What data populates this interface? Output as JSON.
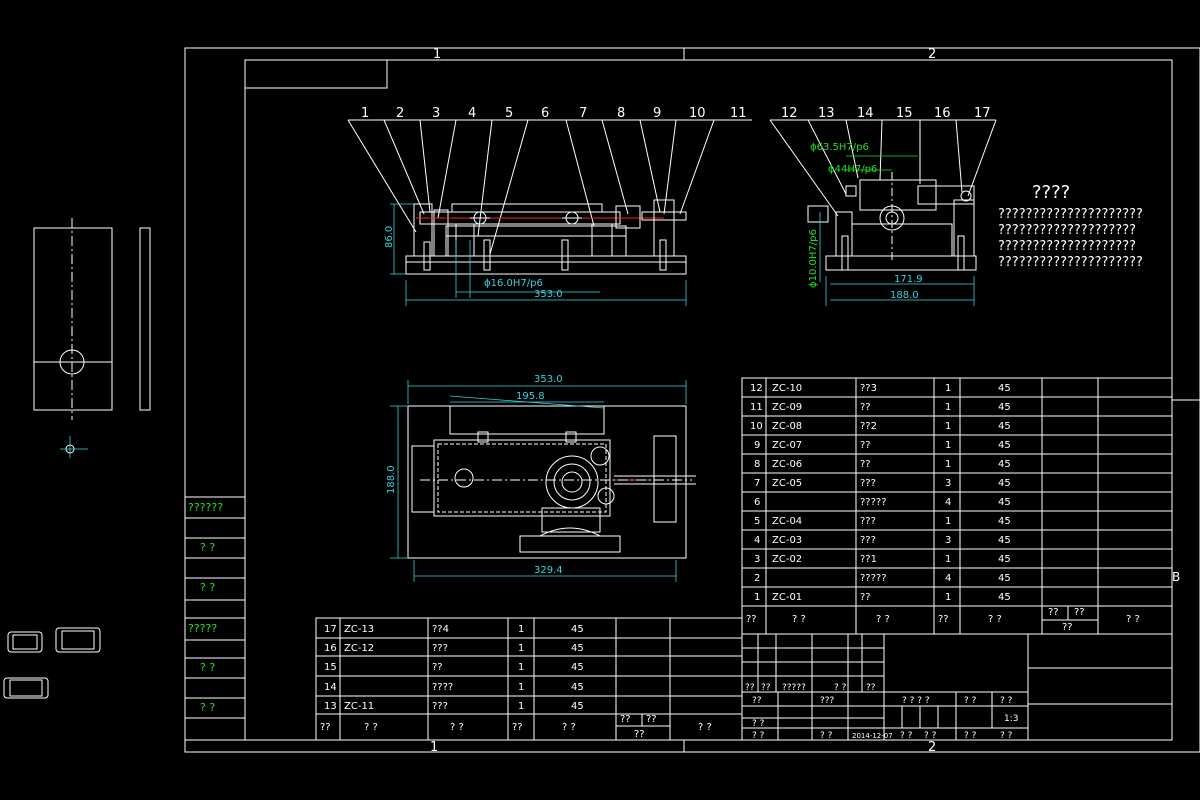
{
  "zone_labels": {
    "top": [
      "1",
      "2"
    ],
    "bottom": [
      "1",
      "2"
    ],
    "right": "B"
  },
  "balloons": [
    "1",
    "2",
    "3",
    "4",
    "5",
    "6",
    "7",
    "8",
    "9",
    "10",
    "11",
    "12",
    "13",
    "14",
    "15",
    "16",
    "17"
  ],
  "dimensions": {
    "front_height": "86.0",
    "front_fit": "ϕ16.0H7/p6",
    "front_length": "353.0",
    "side_fit_1": "ϕ63.5H7/p6",
    "side_fit_2": "ϕ44H7/p6",
    "side_fit_3": "ϕ10.0H7/p6",
    "side_width_1": "171.9",
    "side_width_2": "188.0",
    "top_length": "353.0",
    "top_inner": "195.8",
    "top_height": "188.0",
    "top_bottom": "329.4"
  },
  "tech_notes": {
    "title": "????",
    "lines": [
      "?????????????????????",
      "????????????????????",
      "????????????????????",
      "?????????????????????"
    ]
  },
  "left_panel": [
    "??????",
    "? ?",
    "? ?",
    "?????",
    "? ?",
    "? ?"
  ],
  "bom_right": {
    "rows": [
      {
        "no": "12",
        "code": "ZC-10",
        "name": "??3",
        "qty": "1",
        "mat": "45"
      },
      {
        "no": "11",
        "code": "ZC-09",
        "name": "??",
        "qty": "1",
        "mat": "45"
      },
      {
        "no": "10",
        "code": "ZC-08",
        "name": "??2",
        "qty": "1",
        "mat": "45"
      },
      {
        "no": "9",
        "code": "ZC-07",
        "name": "??",
        "qty": "1",
        "mat": "45"
      },
      {
        "no": "8",
        "code": "ZC-06",
        "name": "??",
        "qty": "1",
        "mat": "45"
      },
      {
        "no": "7",
        "code": "ZC-05",
        "name": "???",
        "qty": "3",
        "mat": "45"
      },
      {
        "no": "6",
        "code": "",
        "name": "?????",
        "qty": "4",
        "mat": "45"
      },
      {
        "no": "5",
        "code": "ZC-04",
        "name": "???",
        "qty": "1",
        "mat": "45"
      },
      {
        "no": "4",
        "code": "ZC-03",
        "name": "???",
        "qty": "3",
        "mat": "45"
      },
      {
        "no": "3",
        "code": "ZC-02",
        "name": "??1",
        "qty": "1",
        "mat": "45"
      },
      {
        "no": "2",
        "code": "",
        "name": "?????",
        "qty": "4",
        "mat": "45"
      },
      {
        "no": "1",
        "code": "ZC-01",
        "name": "??",
        "qty": "1",
        "mat": "45"
      }
    ],
    "header": [
      "??",
      "? ?",
      "? ?",
      "??",
      "? ?",
      "??",
      "??",
      "??",
      "? ?"
    ]
  },
  "bom_left": {
    "rows": [
      {
        "no": "17",
        "code": "ZC-13",
        "name": "??4",
        "qty": "1",
        "mat": "45"
      },
      {
        "no": "16",
        "code": "ZC-12",
        "name": "???",
        "qty": "1",
        "mat": "45"
      },
      {
        "no": "15",
        "code": "",
        "name": "??",
        "qty": "1",
        "mat": "45"
      },
      {
        "no": "14",
        "code": "",
        "name": "????",
        "qty": "1",
        "mat": "45"
      },
      {
        "no": "13",
        "code": "ZC-11",
        "name": "???",
        "qty": "1",
        "mat": "45"
      }
    ],
    "header": [
      "??",
      "? ?",
      "? ?",
      "??",
      "? ?",
      "??",
      "??",
      "??",
      "? ?"
    ]
  },
  "title_block": {
    "row_a": [
      "??",
      "??",
      "?????",
      "? ?",
      "??"
    ],
    "mid": "???",
    "r1": "??",
    "r2": "? ?",
    "r3": "? ?",
    "date": "2014-12-07",
    "r4": "? ?",
    "r5": "? ?",
    "weight_label": "? ? ? ?",
    "scale_label": "? ?",
    "scale": "1:3",
    "sheet1": "? ?",
    "sheet2": "? ?",
    "sheet3": "? ?",
    "sheet4": "? ?"
  }
}
